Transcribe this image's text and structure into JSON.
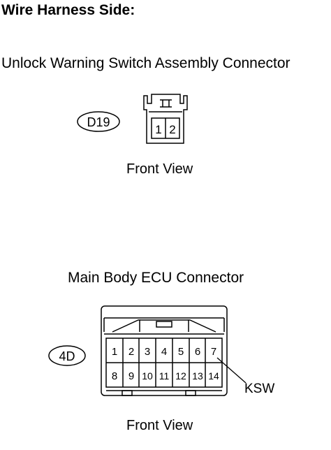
{
  "heading": "Wire Harness Side:",
  "connectors": [
    {
      "title": "Unlock Warning Switch Assembly Connector",
      "code": "D19",
      "view_label": "Front View",
      "pins": [
        "1",
        "2"
      ]
    },
    {
      "title": "Main Body ECU Connector",
      "code": "4D",
      "view_label": "Front View",
      "pins_top": [
        "1",
        "2",
        "3",
        "4",
        "5",
        "6",
        "7"
      ],
      "pins_bottom": [
        "8",
        "9",
        "10",
        "11",
        "12",
        "13",
        "14"
      ],
      "callout": {
        "label": "KSW",
        "pin": "7"
      }
    }
  ]
}
